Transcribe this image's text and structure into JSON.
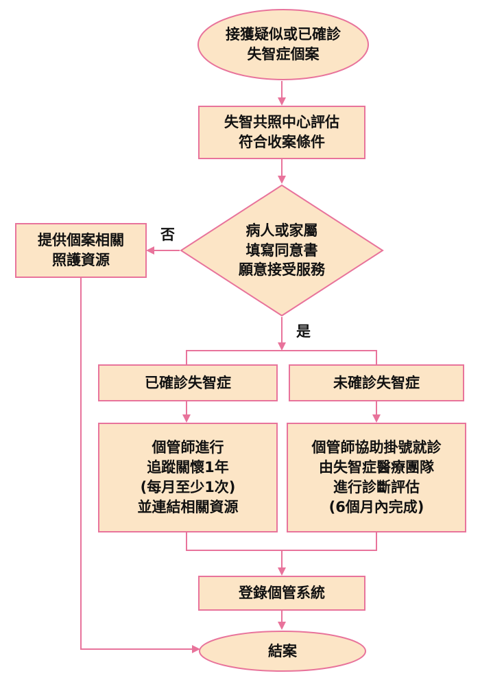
{
  "flowchart": {
    "start": {
      "lines": [
        "接獲疑似或已確診",
        "失智症個案"
      ]
    },
    "assess": {
      "lines": [
        "失智共照中心評估",
        "符合收案條件"
      ]
    },
    "decision": {
      "lines": [
        "病人或家屬",
        "填寫同意書",
        "願意接受服務"
      ]
    },
    "no_label": "否",
    "yes_label": "是",
    "provide": {
      "lines": [
        "提供個案相關",
        "照護資源"
      ]
    },
    "diagnosed": {
      "lines": [
        "已確診失智症"
      ]
    },
    "undiagnosed": {
      "lines": [
        "未確診失智症"
      ]
    },
    "track": {
      "lines": [
        "個管師進行",
        "追蹤關懷1年",
        "(每月至少1次)",
        "並連結相關資源"
      ]
    },
    "assist": {
      "lines": [
        "個管師協助掛號就診",
        "由失智症醫療團隊",
        "進行診斷評估",
        "(6個月內完成)"
      ]
    },
    "register": {
      "lines": [
        "登錄個管系統"
      ]
    },
    "close": {
      "lines": [
        "結案"
      ]
    }
  },
  "colors": {
    "fill": "#fce5c6",
    "stroke": "#e8739b",
    "text": "#111111"
  }
}
